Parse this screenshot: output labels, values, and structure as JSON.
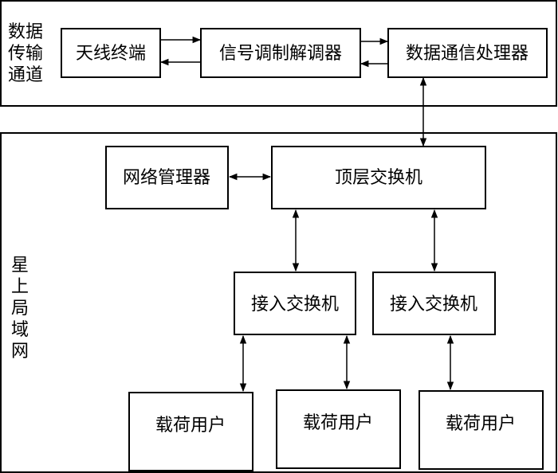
{
  "sections": {
    "top_label": [
      "数据",
      "传输",
      "通道"
    ],
    "bottom_label": [
      "星",
      "上",
      "局",
      "域",
      "网"
    ]
  },
  "boxes": {
    "antenna": "天线终端",
    "modem": "信号调制解调器",
    "processor": "数据通信处理器",
    "net_manager": "网络管理器",
    "top_switch": "顶层交换机",
    "access_switch_1": "接入交换机",
    "access_switch_2": "接入交换机",
    "payload_1": "载荷用户",
    "payload_2": "载荷用户",
    "payload_3": "载荷用户"
  },
  "colors": {
    "line": "#000000",
    "background": "#ffffff"
  }
}
